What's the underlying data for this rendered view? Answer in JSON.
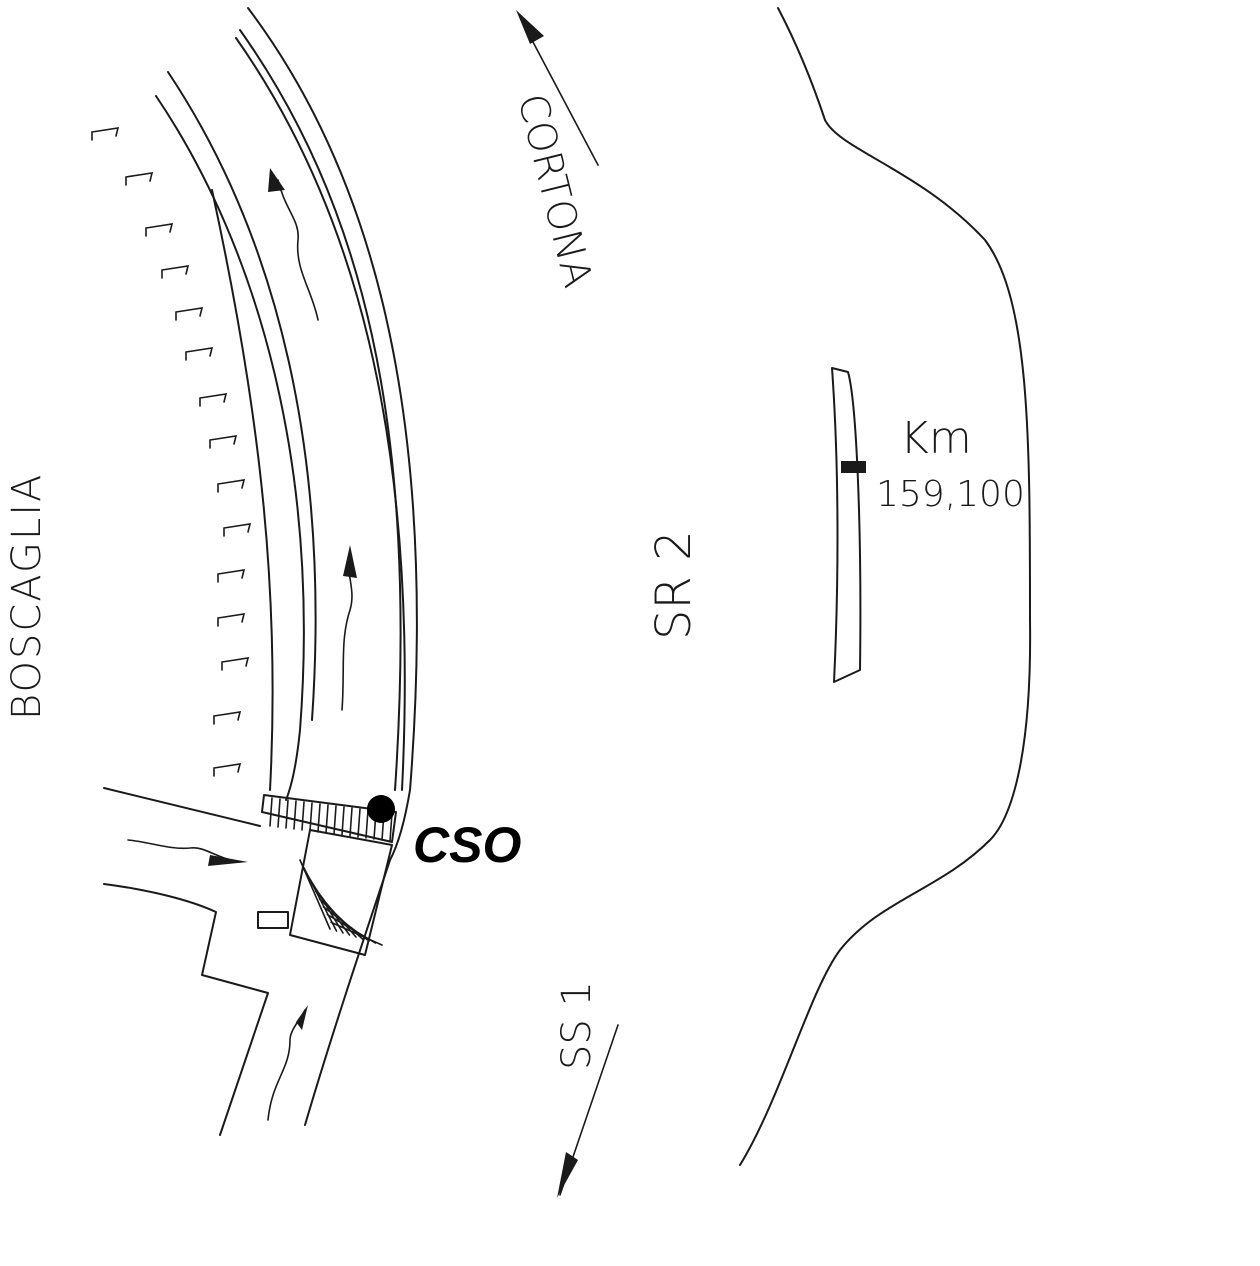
{
  "labels": {
    "forest": "BOSCAGLIA",
    "direction_north": "CORTONA",
    "road_main": "SR 2",
    "road_south": "SS 1",
    "km_prefix": "Km",
    "km_value": "159,100",
    "outfall": "CSO"
  },
  "icons": {
    "flow_arrows": "arrow-up-icon",
    "outfall_point": "filled-circle-icon",
    "vegetation_ticks": "tick-mark-icon"
  }
}
